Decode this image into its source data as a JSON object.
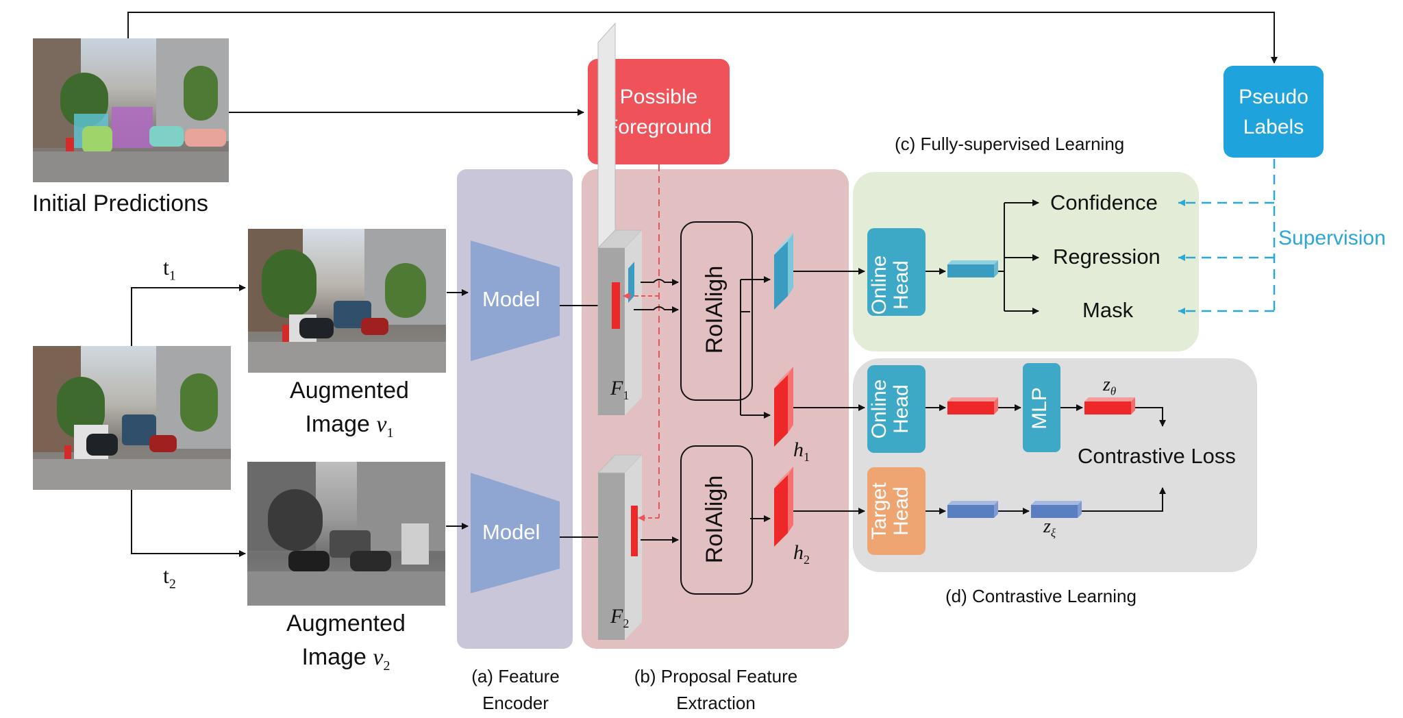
{
  "labels": {
    "initial_predictions": "Initial Predictions",
    "aug1_line1": "Augmented",
    "aug1_line2": "Image",
    "aug1_var": "v",
    "aug1_sub": "1",
    "aug2_line1": "Augmented",
    "aug2_line2": "Image",
    "aug2_var": "v",
    "aug2_sub": "2",
    "t1": "t",
    "t1_sub": "1",
    "t2": "t",
    "t2_sub": "2",
    "model_top": "Model",
    "model_bottom": "Model",
    "possible_fg_1": "Possible",
    "possible_fg_2": "Foreground",
    "pseudo_1": "Pseudo",
    "pseudo_2": "Labels",
    "supervision": "Supervision",
    "fully_supervised": "(c) Fully-supervised Learning",
    "contrastive_learning": "(d) Contrastive Learning",
    "feature_encoder_1": "(a) Feature",
    "feature_encoder_2": "Encoder",
    "proposal_1": "(b) Proposal Feature",
    "proposal_2": "Extraction",
    "roialign_top": "RoIAligh",
    "roialign_bottom": "RoIAligh",
    "f1": "F",
    "f1_sub": "1",
    "f2": "F",
    "f2_sub": "2",
    "h1": "h",
    "h1_sub": "1",
    "h2": "h",
    "h2_sub": "2",
    "online_head_top_1": "Online",
    "online_head_top_2": "Head",
    "online_head_mid_1": "Online",
    "online_head_mid_2": "Head",
    "target_head_1": "Target",
    "target_head_2": "Head",
    "mlp": "MLP",
    "z_theta": "z",
    "z_theta_sub": "θ",
    "z_xi": "z",
    "z_xi_sub": "ξ",
    "confidence": "Confidence",
    "regression": "Regression",
    "mask": "Mask",
    "contrastive_loss": "Contrastive Loss"
  },
  "colors": {
    "encoder_panel": "#c8c6d8",
    "proposal_panel": "#e2bfc0",
    "fully_panel": "#e3ecd6",
    "contrastive_panel": "#dedede",
    "model": "#8fa6d2",
    "possible_fg": "#f0525a",
    "pseudo_labels": "#1fa3dc",
    "online_head": "#3da9c6",
    "target_head": "#eea572",
    "mlp": "#3da9c6",
    "supervision": "#2aa7d6",
    "feature_red": "#ee2828",
    "feature_teal": "#3a9cc0",
    "vector_blue": "#5a7fc0"
  }
}
